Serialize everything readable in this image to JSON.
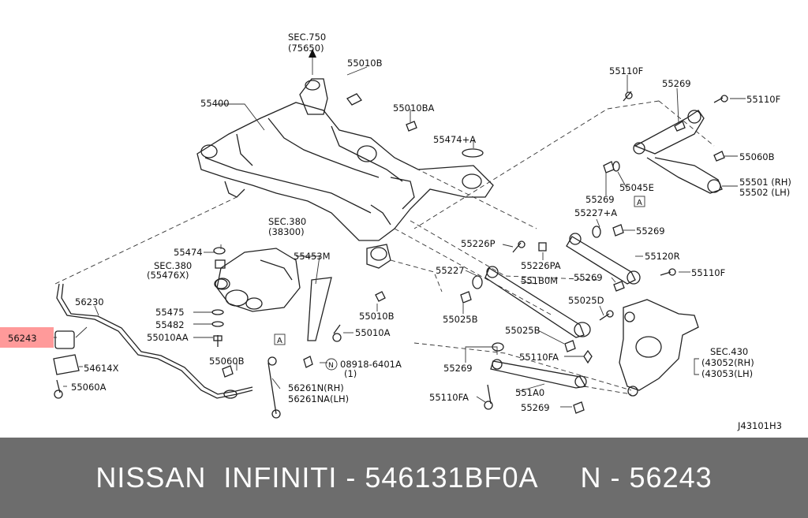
{
  "diagram": {
    "highlight_color": "#ff9a9a",
    "highlight_label": "56243",
    "reference_code": "J43101H3",
    "labels": {
      "sec750a": "SEC.750",
      "sec750b": "(75650)",
      "p55010B_top": "55010B",
      "p55400": "55400",
      "p55010BA": "55010BA",
      "p55474A": "55474+A",
      "p55110F_a": "55110F",
      "p55269_a": "55269",
      "p55110F_b": "55110F",
      "p55060B_r": "55060B",
      "p55501": "55501 (RH)",
      "p55502": "55502 (LH)",
      "p55269_b": "55269",
      "p55045E": "55045E",
      "p55227A": "55227+A",
      "p55269_c": "55269",
      "sec380a": "SEC.380",
      "sec380b": "(38300)",
      "p55474": "55474",
      "sec380c": "SEC.380",
      "sec380d": "(55476X)",
      "p55453M": "55453M",
      "p55226P": "55226P",
      "p55226PA": "55226PA",
      "p55120R": "55120R",
      "p55227": "55227",
      "p551B0M": "551B0M",
      "p55269_d": "55269",
      "p55110F_c": "55110F",
      "p56230": "56230",
      "p55475": "55475",
      "p55482": "55482",
      "p55010AA": "55010AA",
      "p55010B_mid": "55010B",
      "p55010A": "55010A",
      "p55025B_a": "55025B",
      "p55025D": "55025D",
      "p55025B_b": "55025B",
      "p54614X": "54614X",
      "p55060B_b": "55060B",
      "p08918a": "N",
      "p08918b": "08918-6401A",
      "p08918c": "(1)",
      "p55269_e": "55269",
      "p55110FA_a": "55110FA",
      "sec430a": "SEC.430",
      "sec430b": "(43052(RH)",
      "sec430c": "(43053(LH)",
      "p55060A": "55060A",
      "p56261N": "56261N(RH)",
      "p56261NA": "56261NA(LH)",
      "p551A0": "551A0",
      "p55110FA_b": "55110FA",
      "p55269_f": "55269",
      "markA1": "A",
      "markA2": "A"
    }
  },
  "footer": {
    "text": "NISSAN  INFINITI - 546131BF0A     N - 56243",
    "background": "#6d6d6d",
    "text_color": "#ffffff"
  }
}
